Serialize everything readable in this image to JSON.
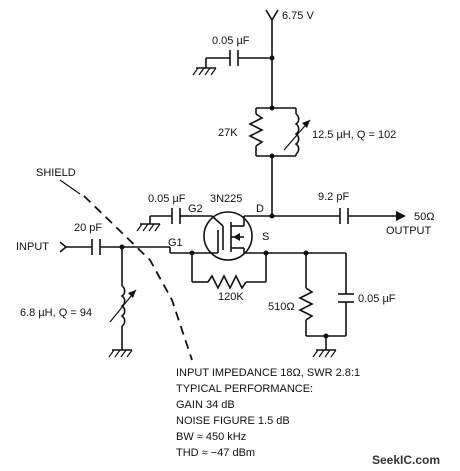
{
  "labels": {
    "supply_voltage": "6.75 V",
    "c_supply": "0.05 µF",
    "resistor_27k": "27K",
    "inductor_drain": "12.5 µH, Q = 102",
    "shield": "SHIELD",
    "c_gate2": "0.05 µF",
    "transistor": "3N225",
    "pin_g2": "G2",
    "pin_d": "D",
    "pin_g1": "G1",
    "pin_s": "S",
    "c_output": "9.2 pF",
    "output_impedance": "50Ω",
    "output": "OUTPUT",
    "input": "INPUT",
    "c_input": "20 pF",
    "resistor_120k": "120K",
    "inductor_input": "6.8 µH, Q = 94",
    "resistor_510": "510Ω",
    "c_source": "0.05 µF"
  },
  "notes": [
    "INPUT IMPEDANCE 18Ω, SWR 2.8:1",
    "TYPICAL PERFORMANCE:",
    "GAIN 34 dB",
    "NOISE FIGURE 1.5 dB",
    "BW ≈ 450 kHz",
    "THD ≈ −47 dBm"
  ],
  "watermark": "SeekIC.com"
}
